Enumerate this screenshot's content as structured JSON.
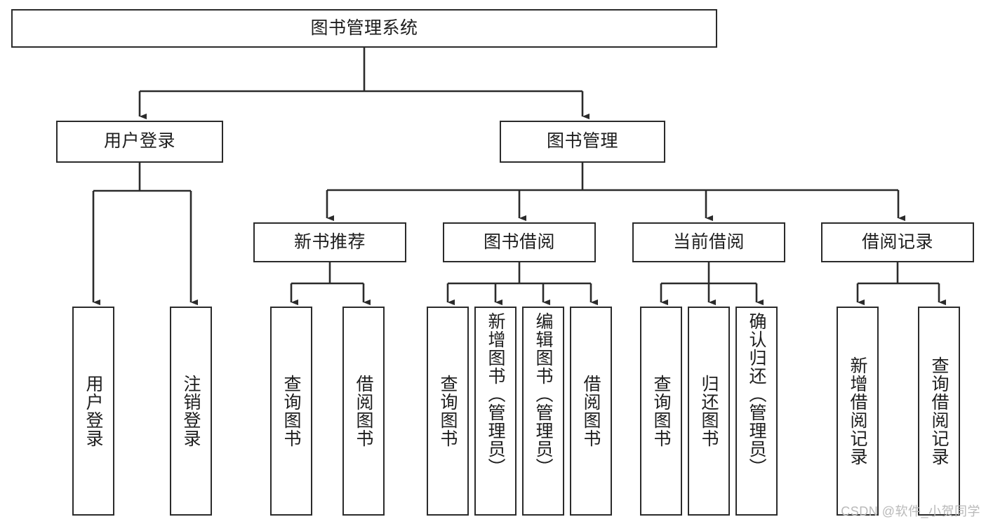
{
  "diagram": {
    "title": "图书管理系统",
    "type": "tree-hierarchy",
    "watermark": "CSDN @软件_小贺同学",
    "colors": {
      "stroke": "#2b2b2b",
      "fill": "#ffffff",
      "text": "#1d1d1d",
      "watermark": "#b9b9b9"
    },
    "levels": {
      "root_label": "图书管理系统",
      "level2": [
        "用户登录",
        "图书管理"
      ],
      "level3": [
        "新书推荐",
        "图书借阅",
        "当前借阅",
        "借阅记录"
      ]
    },
    "nodes": {
      "root": "图书管理系统",
      "user_login": "用户登录",
      "book_manage": "图书管理",
      "new_book_rec": "新书推荐",
      "book_borrow": "图书借阅",
      "current_borrow": "当前借阅",
      "borrow_record": "借阅记录",
      "leaf_user_login": "用户登录",
      "leaf_logout": "注销登录",
      "leaf_rec_query_book": "查询图书",
      "leaf_rec_borrow_book": "借阅图书",
      "leaf_bb_query_book": "查询图书",
      "leaf_bb_add_book": "新增图书（管理员）",
      "leaf_bb_edit_book": "编辑图书（管理员）",
      "leaf_bb_borrow_book": "借阅图书",
      "leaf_cb_query_book": "查询图书",
      "leaf_cb_return_book": "归还图书",
      "leaf_cb_confirm_return": "确认归还（管理员）",
      "leaf_br_add_record": "新增借阅记录",
      "leaf_br_query_record": "查询借阅记录"
    }
  }
}
